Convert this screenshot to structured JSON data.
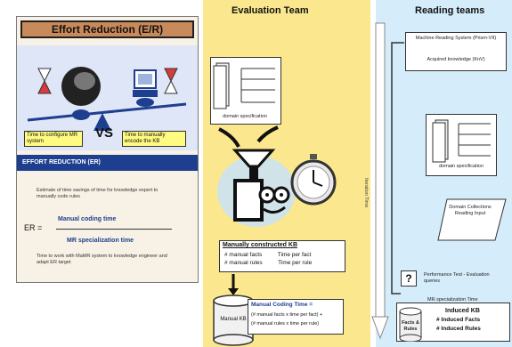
{
  "effort_reduction": {
    "title": "Effort Reduction (E/R)",
    "configure_label": "Time to configure MR system",
    "vs_label": "VS",
    "manual_label": "Time to manually encode the KB",
    "section_title": "EFFORT REDUCTION (ER)",
    "description": "Estimate of time savings of time for knowledge expert to manually code rules",
    "formula_prefix": "ER =",
    "numerator": "Manual coding time",
    "denominator": "MR specialization time",
    "footnote": "Time to work with MaMR system to knowledge engineer and adapt ER target"
  },
  "evaluation_team": {
    "title": "Evaluation Team",
    "domain_spec": "domain specification",
    "kb_title": "Manually constructed KB",
    "kb_rows": [
      [
        "# manual facts",
        "Time per fact"
      ],
      [
        "# manual rules",
        "Time per rule"
      ]
    ],
    "manual_kb_label": "Manual KB",
    "mct_title": "Manual Coding Time =",
    "mct_rows": [
      "(# manual facts x time per fact) +",
      "(# manual rules x time per rule)"
    ]
  },
  "reading_teams": {
    "title": "Reading teams",
    "mr_system": "Machine Reading System (Prism-VII)",
    "acquired": "Acquired knowledge (KnV)",
    "domain_spec": "domain specification",
    "corpus": "Domain Collections Reading Input",
    "timeline_label": "Iteration Time",
    "perf_label": "Performance Test - Evaluation queries",
    "mr_spec_time": "MR specialization Time",
    "facts_rules": "Facts & Rules",
    "ikb_title": "Induced KB",
    "ikb_rows": [
      "# Induced Facts",
      "# Induced Rules"
    ],
    "question_mark": "?"
  },
  "colors": {
    "panel1_bg": "#f8f1e6",
    "panel2_bg": "#fbe88e",
    "panel3_bg": "#d5ecfa",
    "accent_blue": "#1e3f8f",
    "title_orange": "#c98a5b"
  }
}
